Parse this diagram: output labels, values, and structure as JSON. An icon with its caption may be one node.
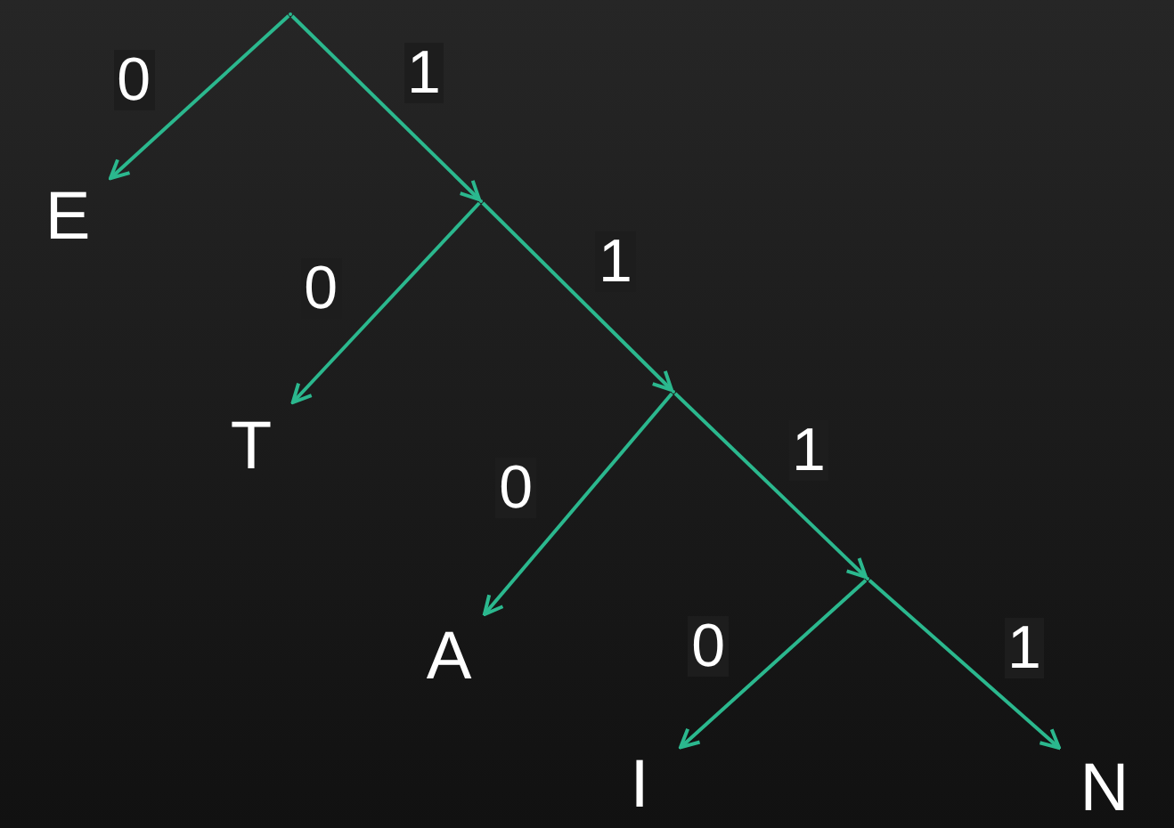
{
  "diagram": {
    "nodes": [
      {
        "text": [],
        "shape": "point"
      },
      {
        "text": [],
        "shape": "point"
      },
      {
        "text": [
          "E"
        ]
      },
      {
        "text": [],
        "shape": "point"
      },
      {
        "text": [
          "T"
        ]
      },
      {
        "text": [],
        "shape": "point"
      },
      {
        "text": [
          "A"
        ]
      },
      {
        "text": [
          "I"
        ]
      },
      {
        "text": [
          "N"
        ]
      }
    ],
    "edges": [
      {
        "from": 0,
        "to": 2,
        "arrow": "to",
        "label": "0"
      },
      {
        "from": 0,
        "to": 1,
        "arrow": "to",
        "label": "1"
      },
      {
        "from": 1,
        "to": 4,
        "arrow": "to",
        "label": "0"
      },
      {
        "from": 1,
        "to": 3,
        "arrow": "to",
        "label": "1"
      },
      {
        "from": 3,
        "to": 6,
        "arrow": "to",
        "label": "0"
      },
      {
        "from": 3,
        "to": 5,
        "arrow": "to",
        "label": "1"
      },
      {
        "from": 5,
        "to": 7,
        "arrow": "to",
        "label": "0"
      },
      {
        "from": 5,
        "to": 8,
        "arrow": "to",
        "label": "1"
      }
    ]
  }
}
